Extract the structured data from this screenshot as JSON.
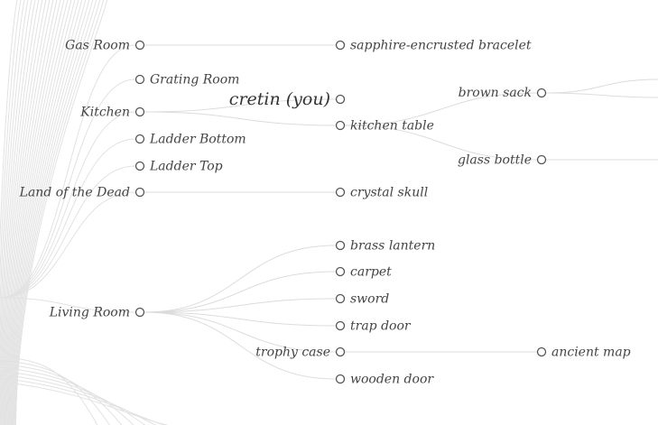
{
  "tree": {
    "rooms": [
      {
        "label": "Gas Room"
      },
      {
        "label": "Grating Room"
      },
      {
        "label": "Kitchen"
      },
      {
        "label": "Ladder Bottom"
      },
      {
        "label": "Ladder Top"
      },
      {
        "label": "Land of the Dead"
      },
      {
        "label": "Living Room"
      }
    ],
    "items": [
      {
        "label": "sapphire-encrusted bracelet"
      },
      {
        "label": "cretin (you)"
      },
      {
        "label": "kitchen table"
      },
      {
        "label": "crystal skull"
      },
      {
        "label": "brass lantern"
      },
      {
        "label": "carpet"
      },
      {
        "label": "sword"
      },
      {
        "label": "trap door"
      },
      {
        "label": "trophy case"
      },
      {
        "label": "wooden door"
      }
    ],
    "contents": [
      {
        "label": "brown sack"
      },
      {
        "label": "glass bottle"
      },
      {
        "label": "ancient map"
      }
    ]
  }
}
